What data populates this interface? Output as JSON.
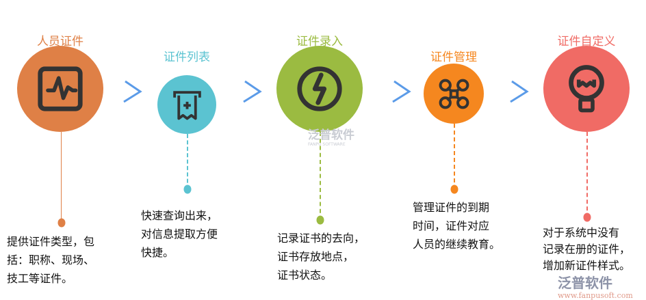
{
  "steps": [
    {
      "title": "人员证件",
      "color": "#DF8046",
      "icon": "activity-monitor-icon",
      "desc": "提供证件类型，包\n括：职称、现场、\n技工等证件。"
    },
    {
      "title": "证件列表",
      "color": "#5BC3D1",
      "icon": "receipt-add-icon",
      "desc": "快速查询出来，\n对信息提取方便\n快捷。"
    },
    {
      "title": "证件录入",
      "color": "#9BBB41",
      "icon": "lightning-icon",
      "desc": "记录证书的去向，\n证书存放地点，\n证书状态。"
    },
    {
      "title": "证件管理",
      "color": "#F5871F",
      "icon": "drone-icon",
      "desc": "管理证件的到期\n时间，证件对应\n人员的继续教育。"
    },
    {
      "title": "证件自定义",
      "color": "#F06B65",
      "icon": "lightbulb-icon",
      "desc": "对于系统中没有\n记录在册的证件，\n增加新证件样式。"
    }
  ],
  "arrow_color": "#5B9BE8",
  "watermark": {
    "name": "泛普软件",
    "sub": "FANPU SOFTWARE",
    "url": "www.fanpusoft.com"
  }
}
